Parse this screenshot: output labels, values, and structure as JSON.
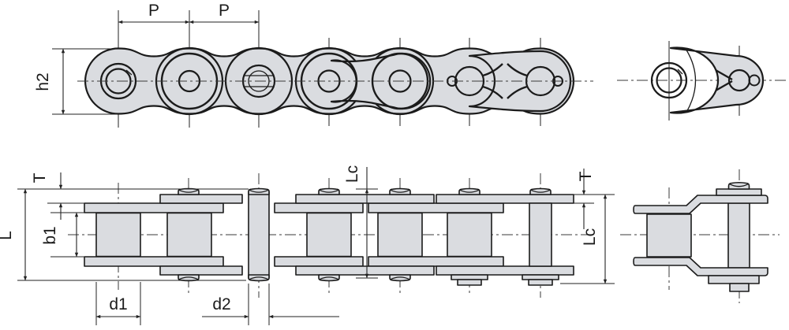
{
  "drawing": {
    "type": "roller-chain-technical-drawing",
    "colors": {
      "part_fill": "#dadce0",
      "outline": "#1b1b1b",
      "dimension_line": "#222222",
      "background": "#ffffff"
    },
    "side_view": {
      "dim_pitch_1": "P",
      "dim_pitch_2": "P",
      "dim_plate_height": "h2"
    },
    "plan_view": {
      "dim_plate_thickness_left": "T",
      "dim_pin_length": "L",
      "dim_inner_width": "b1",
      "dim_roller_diameter": "d1",
      "dim_pin_diameter": "d2",
      "dim_connecting_length_mid": "Lc",
      "dim_connecting_length_right": "Lc",
      "dim_plate_thickness_right": "T"
    }
  }
}
